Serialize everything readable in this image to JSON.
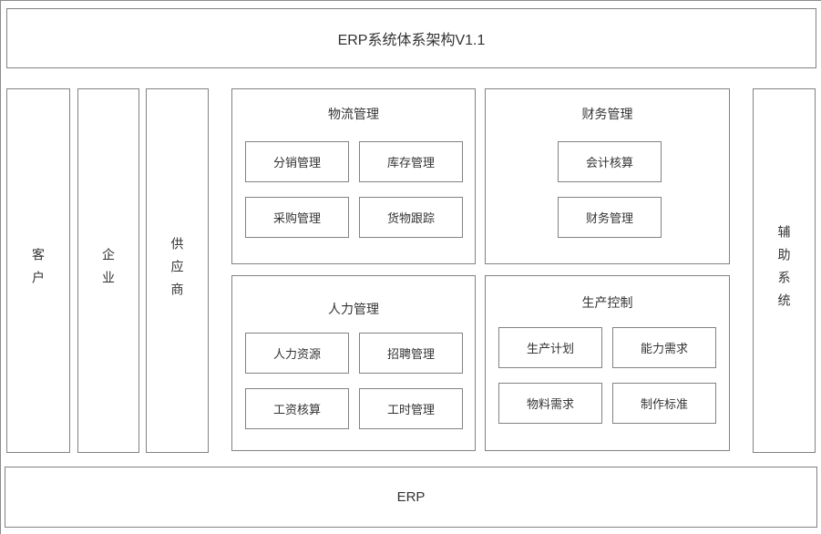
{
  "diagram": {
    "header_title": "ERP系统体系架构V1.1",
    "footer_title": "ERP",
    "entities": [
      {
        "label": "客户"
      },
      {
        "label": "企业"
      },
      {
        "label": "供应商"
      }
    ],
    "auxiliary": {
      "label": "辅助系统"
    },
    "modules": [
      {
        "title": "物流管理",
        "items": [
          "分销管理",
          "库存管理",
          "采购管理",
          "货物跟踪"
        ]
      },
      {
        "title": "财务管理",
        "items": [
          "会计核算",
          "财务管理"
        ]
      },
      {
        "title": "人力管理",
        "items": [
          "人力资源",
          "招聘管理",
          "工资核算",
          "工时管理"
        ]
      },
      {
        "title": "生产控制",
        "items": [
          "生产计划",
          "能力需求",
          "物料需求",
          "制作标准"
        ]
      }
    ],
    "colors": {
      "border": "#828282",
      "outer_border": "#8c8c8c",
      "text": "#333333",
      "background": "#ffffff"
    }
  }
}
